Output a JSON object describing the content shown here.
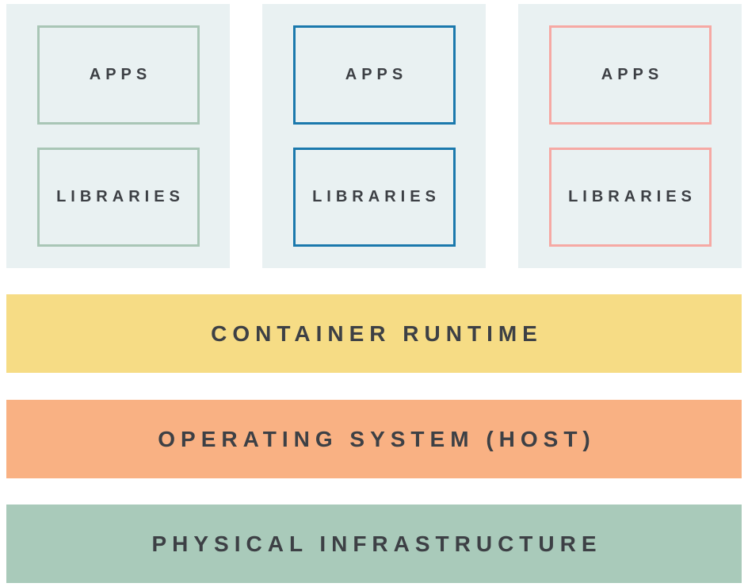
{
  "diagram": {
    "title": "container-architecture-stack",
    "colors": {
      "page_background": "#ffffff",
      "panel_background": "#e9f1f2",
      "label_text": "#3d4045",
      "container1_accent": "#a9c6b6",
      "container2_accent": "#1b79ad",
      "container3_accent": "#f6a9a4",
      "runtime_layer": "#f6dc85",
      "os_layer": "#f9b183",
      "infrastructure_layer": "#a9caba"
    },
    "containers": [
      {
        "accent": "#a9c6b6",
        "boxes": [
          {
            "label": "APPS"
          },
          {
            "label": "LIBRARIES"
          }
        ]
      },
      {
        "accent": "#1b79ad",
        "boxes": [
          {
            "label": "APPS"
          },
          {
            "label": "LIBRARIES"
          }
        ]
      },
      {
        "accent": "#f6a9a4",
        "boxes": [
          {
            "label": "APPS"
          },
          {
            "label": "LIBRARIES"
          }
        ]
      }
    ],
    "layers": [
      {
        "label": "CONTAINER RUNTIME",
        "color": "#f6dc85"
      },
      {
        "label": "OPERATING SYSTEM (HOST)",
        "color": "#f9b183"
      },
      {
        "label": "PHYSICAL INFRASTRUCTURE",
        "color": "#a9caba"
      }
    ]
  }
}
